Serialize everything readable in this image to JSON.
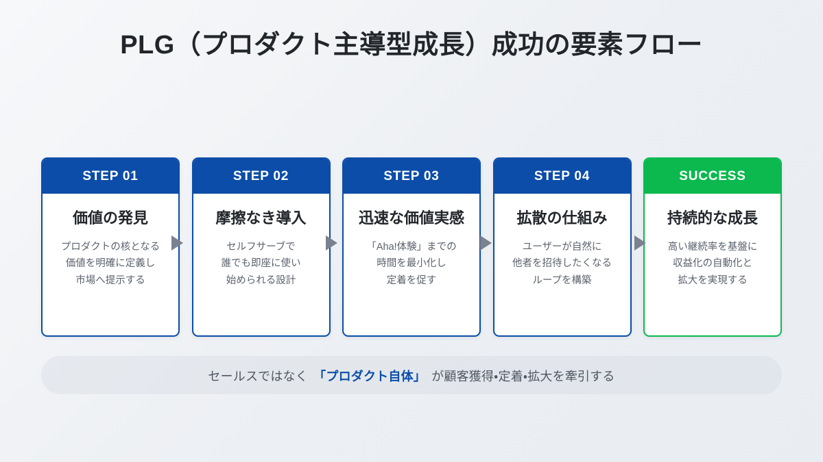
{
  "slide": {
    "title": "PLG（プロダクト主導型成長）成功の要素フロー",
    "colors": {
      "primary": "#0b4da8",
      "success": "#0bb94f",
      "arrow": "#7a8290",
      "title_text": "#22262b",
      "body_text": "#5b636e",
      "background": "#eceff3"
    }
  },
  "steps": [
    {
      "badge": "STEP 01",
      "heading": "価値の発見",
      "lines": [
        "プロダクトの核となる",
        "価値を明確に定義し",
        "市場へ提示する"
      ],
      "variant": "primary"
    },
    {
      "badge": "STEP 02",
      "heading": "摩擦なき導入",
      "lines": [
        "セルフサーブで",
        "誰でも即座に使い",
        "始められる設計"
      ],
      "variant": "primary"
    },
    {
      "badge": "STEP 03",
      "heading": "迅速な価値実感",
      "lines": [
        "「Aha!体験」までの",
        "時間を最小化し",
        "定着を促す"
      ],
      "variant": "primary"
    },
    {
      "badge": "STEP 04",
      "heading": "拡散の仕組み",
      "lines": [
        "ユーザーが自然に",
        "他者を招待したくなる",
        "ループを構築"
      ],
      "variant": "primary"
    },
    {
      "badge": "SUCCESS",
      "heading": "持続的な成長",
      "lines": [
        "高い継続率を基盤に",
        "収益化の自動化と",
        "拡大を実現する"
      ],
      "variant": "success"
    }
  ],
  "connectors": [
    {
      "icon": "arrow-right-icon"
    },
    {
      "icon": "arrow-right-icon"
    },
    {
      "icon": "arrow-right-icon"
    },
    {
      "icon": "arrow-right-icon"
    }
  ],
  "footer": {
    "prefix": "セールスではなく",
    "highlight": "「プロダクト自体」",
    "suffix": "が顧客獲得・定着・拡大を牽引する"
  }
}
